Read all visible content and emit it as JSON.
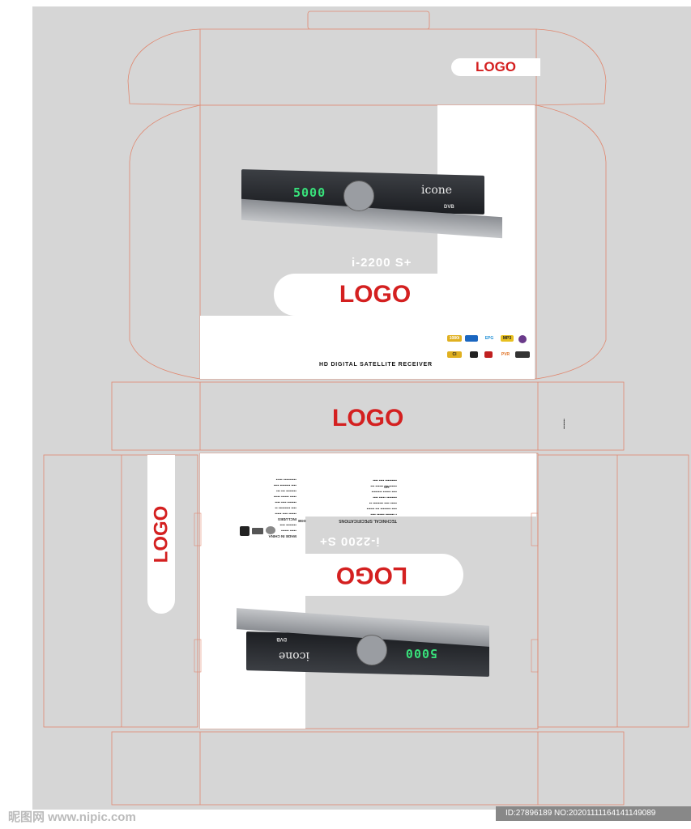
{
  "top_flap_logo": "LOGO",
  "front_logo": "LOGO",
  "band_logo": "LOGO",
  "side_logo": "LOGO",
  "back_logo": "LOGO",
  "model_front": "i-2200 S+",
  "model_back": "i-2200 S+",
  "tagline": "HD DIGITAL SATELLITE RECEIVER",
  "lcd_display": "5000",
  "device_brand": "icone",
  "dvb_mark": "DVB",
  "feature_badges": [
    {
      "label": "1080i",
      "color": "#e0b020"
    },
    {
      "label": "",
      "color": "#1a66c0"
    },
    {
      "label": "EPG",
      "color": "#1e8fd6"
    },
    {
      "label": "MP3",
      "color": "#e8c020"
    },
    {
      "label": "",
      "color": "#6a3a8a"
    },
    {
      "label": "CI",
      "color": "#e0b020"
    },
    {
      "label": "",
      "color": "#222222"
    },
    {
      "label": "",
      "color": "#c02020"
    },
    {
      "label": "PVR",
      "color": "#e07020"
    },
    {
      "label": "",
      "color": "#333333"
    }
  ],
  "back_panel": {
    "tech_title": "TECHNICAL SPECIFICATIONS",
    "includes_title": "INCLUDES",
    "made_in": "MADE IN CHINA",
    "hd_label": "HD",
    "dsb_label": "DSB"
  },
  "watermark_left": "昵图网 www.nipic.com",
  "watermark_right": "ID:27896189 NO:20201111164141149089",
  "colors": {
    "red": "#d42020",
    "panel_gray": "#d6d6d6",
    "dieline": "#e08870",
    "white": "#ffffff"
  }
}
